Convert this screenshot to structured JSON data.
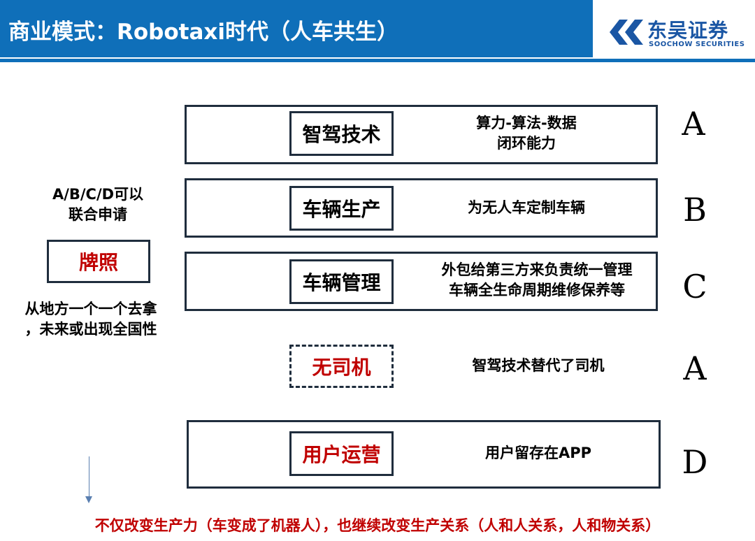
{
  "header": {
    "title": "商业模式：Robotaxi时代（人车共生）"
  },
  "logo": {
    "name_cn": "东吴证券",
    "name_en": "SOOCHOW SECURITIES"
  },
  "rows": [
    {
      "label": "智驾技术",
      "desc_lines": [
        "算力-算法-数据",
        "闭环能力"
      ],
      "letter": "A"
    },
    {
      "label": "车辆生产",
      "desc_lines": [
        "为无人车定制车辆"
      ],
      "letter": "B"
    },
    {
      "label": "车辆管理",
      "desc_lines": [
        "外包给第三方来负责统一管理",
        "车辆全生命周期维修保养等"
      ],
      "letter": "C"
    },
    {
      "label": "无司机",
      "desc_lines": [
        "智驾技术替代了司机"
      ],
      "letter": "A"
    },
    {
      "label": "用户运营",
      "desc_lines": [
        "用户留存在APP"
      ],
      "letter": "D"
    }
  ],
  "side": {
    "joint_lines": [
      "A/B/C/D可以",
      "联合申请"
    ],
    "license_label": "牌照",
    "local_lines": [
      "从地方一个一个去拿",
      "，未来或出现全国性"
    ]
  },
  "footer": {
    "text": "不仅改变生产力（车变成了机器人），也继续改变生产关系（人和人关系，人和物关系）"
  },
  "colors": {
    "header_blue": "#0f6fb9",
    "accent_red": "#c00000",
    "logo_blue": "#1a56a4",
    "border_dark": "#1f2d3d"
  }
}
